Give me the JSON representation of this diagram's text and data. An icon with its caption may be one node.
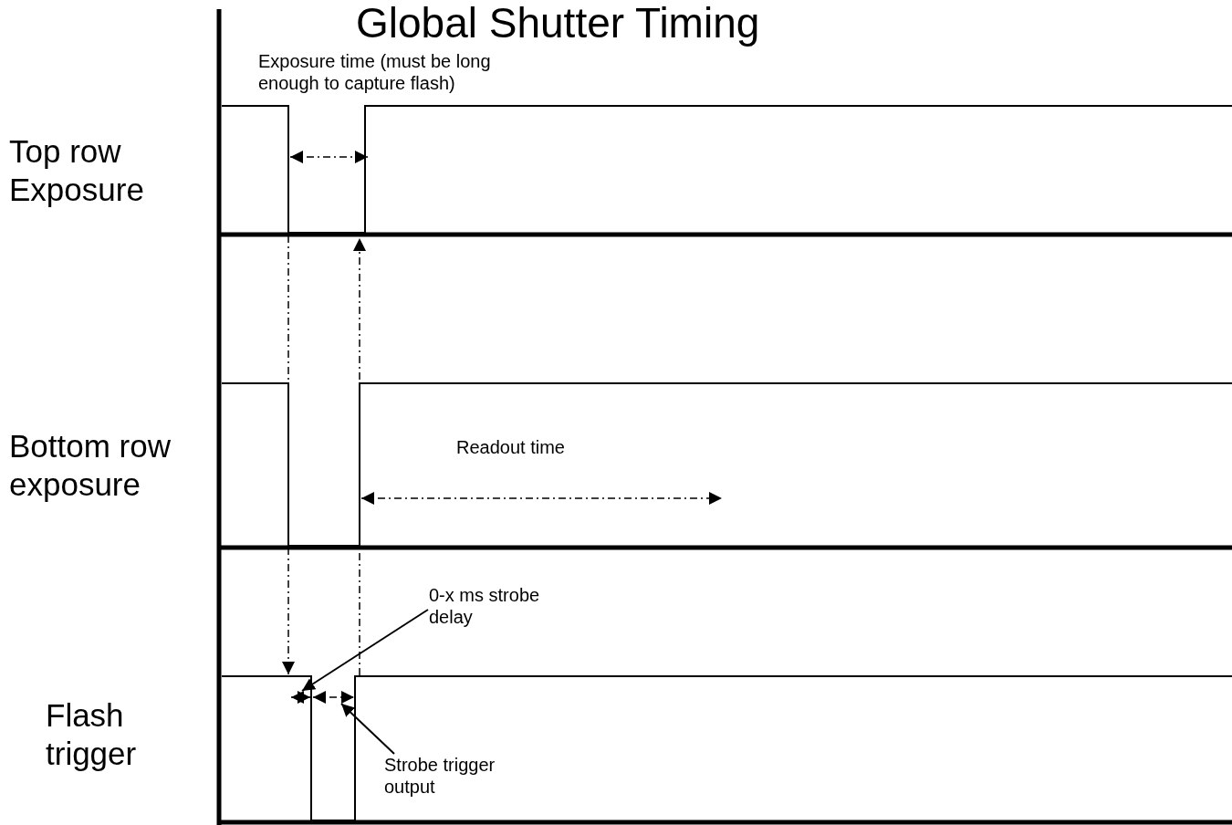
{
  "diagram": {
    "title": "Global Shutter Timing",
    "nodes": [
      {
        "text": [
          "0-x ms strobe delay"
        ]
      },
      {
        "text": [
          "Strobe trigger output"
        ]
      },
      {
        "text": [],
        "shape": "arrow"
      },
      {
        "text": [],
        "shape": "arrow"
      }
    ],
    "edges": [
      {
        "from": 0,
        "to": 2,
        "arrow": "to"
      },
      {
        "from": 1,
        "to": 3,
        "arrow": "to"
      }
    ],
    "labels": [
      "Exposure time (must be long enough to capture flash)",
      "Top row Exposure",
      "Bottom row exposure",
      "Readout time",
      "Flash trigger"
    ]
  }
}
